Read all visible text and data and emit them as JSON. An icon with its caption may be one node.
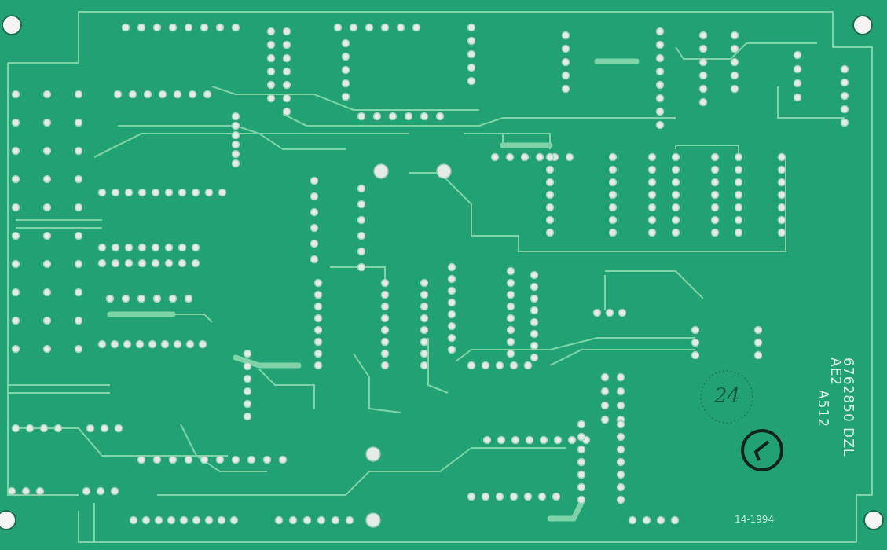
{
  "diagram": {
    "labels": [
      "6762850 DZL",
      "AE2",
      "A512",
      "24",
      "14-1994"
    ]
  }
}
